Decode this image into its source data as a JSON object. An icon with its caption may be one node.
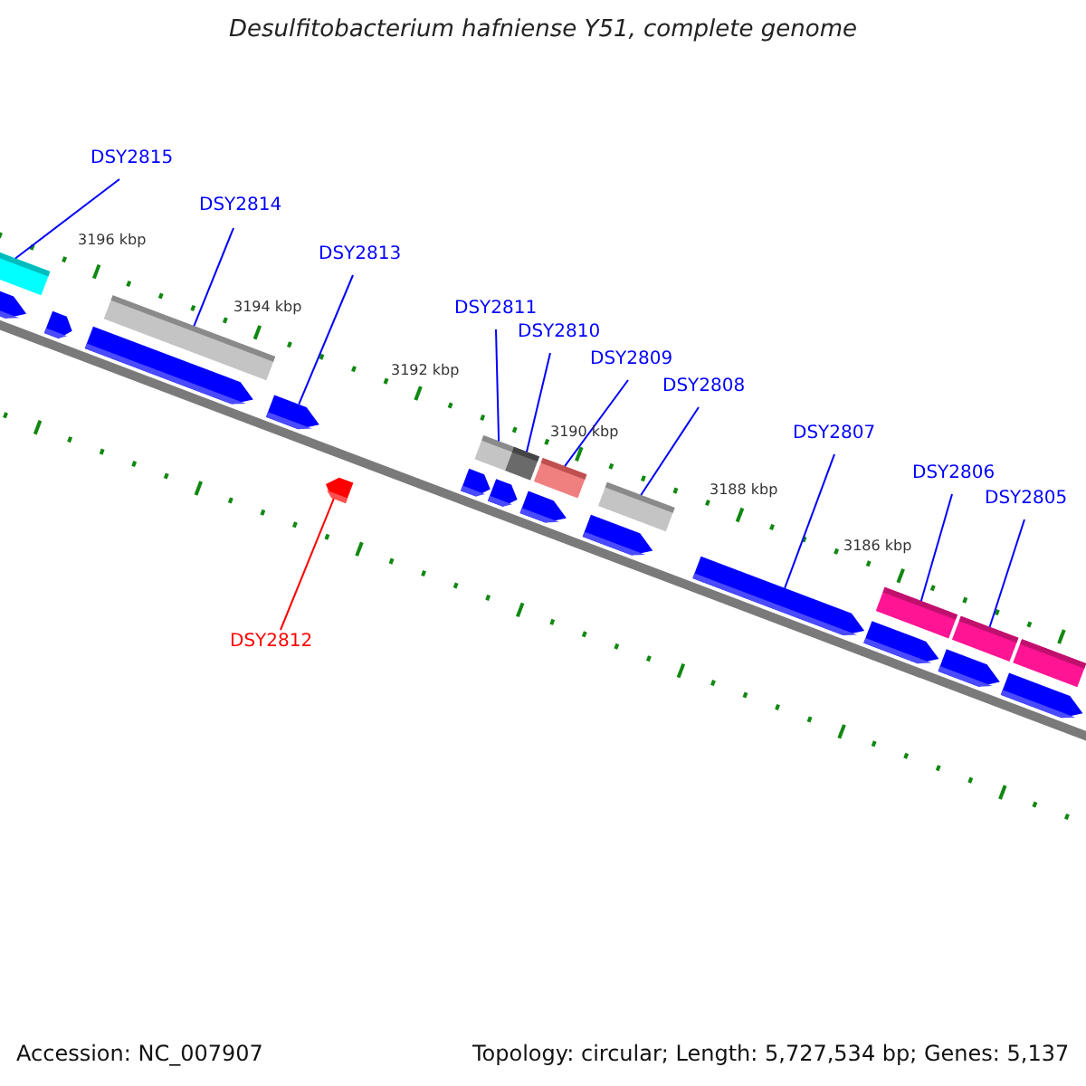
{
  "diagram": {
    "title": "Desulfitobacterium hafniense Y51, complete genome",
    "nodes": [
      {
        "text": [
          "DSY2815"
        ]
      },
      {
        "text": [
          "DSY2814"
        ]
      },
      {
        "text": [
          "DSY2813"
        ]
      },
      {
        "text": [
          "DSY2811"
        ]
      },
      {
        "text": [
          "DSY2810"
        ]
      },
      {
        "text": [
          "DSY2809"
        ]
      },
      {
        "text": [
          "DSY2808"
        ]
      },
      {
        "text": [
          "DSY2807"
        ]
      },
      {
        "text": [
          "DSY2806"
        ]
      },
      {
        "text": [
          "DSY2805"
        ]
      },
      {
        "text": [
          "DSY2812"
        ]
      },
      {
        "text": [],
        "shape": "bar"
      },
      {
        "text": [],
        "shape": "pentagon"
      },
      {
        "text": [],
        "shape": "pentagon"
      },
      {
        "text": [],
        "shape": "bar"
      },
      {
        "text": [],
        "shape": "pentagon"
      },
      {
        "text": [],
        "shape": "pentagon"
      },
      {
        "text": [],
        "shape": "pentagon"
      },
      {
        "text": [],
        "shape": "pentagon"
      },
      {
        "text": [],
        "shape": "bar"
      },
      {
        "text": [],
        "shape": "pentagon"
      },
      {
        "text": [],
        "shape": "bar"
      },
      {
        "text": [],
        "shape": "pentagon"
      },
      {
        "text": [],
        "shape": "bar"
      },
      {
        "text": [],
        "shape": "pentagon"
      },
      {
        "text": [],
        "shape": "bar"
      },
      {
        "text": [],
        "shape": "pentagon"
      },
      {
        "text": [],
        "shape": "bar"
      },
      {
        "text": [],
        "shape": "pentagon"
      },
      {
        "text": [],
        "shape": "bar"
      },
      {
        "text": [],
        "shape": "pentagon"
      },
      {
        "text": [],
        "shape": "bar"
      },
      {
        "text": [],
        "shape": "pentagon"
      }
    ],
    "edges": [
      {
        "from": 0,
        "to": 11,
        "arrow": "none"
      },
      {
        "from": 1,
        "to": 14,
        "arrow": "none"
      },
      {
        "from": 2,
        "to": 16,
        "arrow": "none"
      },
      {
        "from": 3,
        "to": 19,
        "arrow": "none"
      },
      {
        "from": 4,
        "to": 21,
        "arrow": "none"
      },
      {
        "from": 5,
        "to": 23,
        "arrow": "none"
      },
      {
        "from": 6,
        "to": 25,
        "arrow": "none"
      },
      {
        "from": 7,
        "to": 26,
        "arrow": "none"
      },
      {
        "from": 8,
        "to": 27,
        "arrow": "none"
      },
      {
        "from": 9,
        "to": 29,
        "arrow": "none"
      },
      {
        "from": 10,
        "to": 17,
        "arrow": "none",
        "color": "#ff0000"
      }
    ],
    "labels": [
      "3196 kbp",
      "3194 kbp",
      "3192 kbp",
      "3190 kbp",
      "3188 kbp",
      "3186 kbp",
      "Accession: NC_007907",
      "Topology: circular; Length: 5,727,534 bp; Genes: 5,137"
    ]
  }
}
